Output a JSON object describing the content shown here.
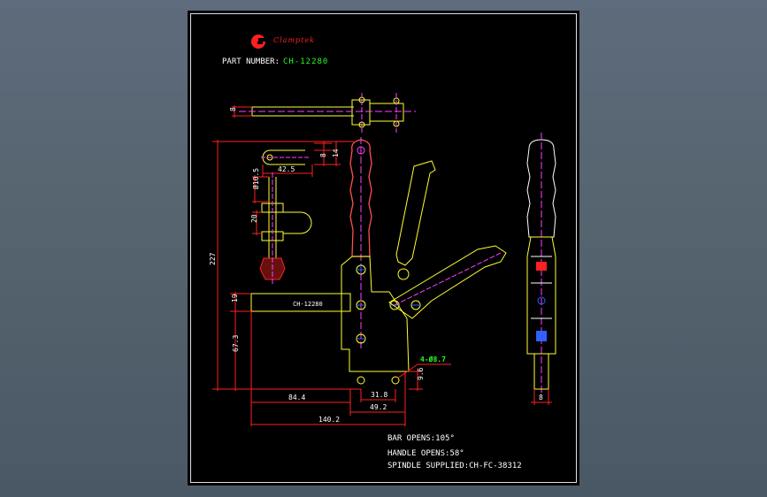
{
  "brand": {
    "name": "Clamptek",
    "logo_letter": "G",
    "colors": {
      "logo": "#ff2020",
      "part_number": "#22ff22",
      "dimension_lines": "#ff2020",
      "outline": "#ffff33",
      "text": "#ffffff",
      "handle": "#ff5050",
      "centerline": "#ff40ff"
    }
  },
  "part_number": {
    "label": "PART NUMBER:",
    "value": "CH-12280"
  },
  "body_label": "CH-12280",
  "dimensions": {
    "top_bar_thickness": "8",
    "slot_width": "8",
    "slot_height": "14",
    "slot_length": "42.5",
    "spindle_diameter": "Ø10.5",
    "spindle_length": "20",
    "total_height": "227",
    "base_height": "67.3",
    "bar_thickness": "19",
    "holes": "4-Ø8.7",
    "base_thickness": "9.6",
    "hole_spacing": "31.8",
    "base_width": "49.2",
    "reach": "84.4",
    "overall_length": "140.2",
    "side_width": "8"
  },
  "notes": [
    "BAR OPENS:105°",
    "HANDLE OPENS:58°",
    "SPINDLE SUPPLIED:CH-FC-38312"
  ]
}
